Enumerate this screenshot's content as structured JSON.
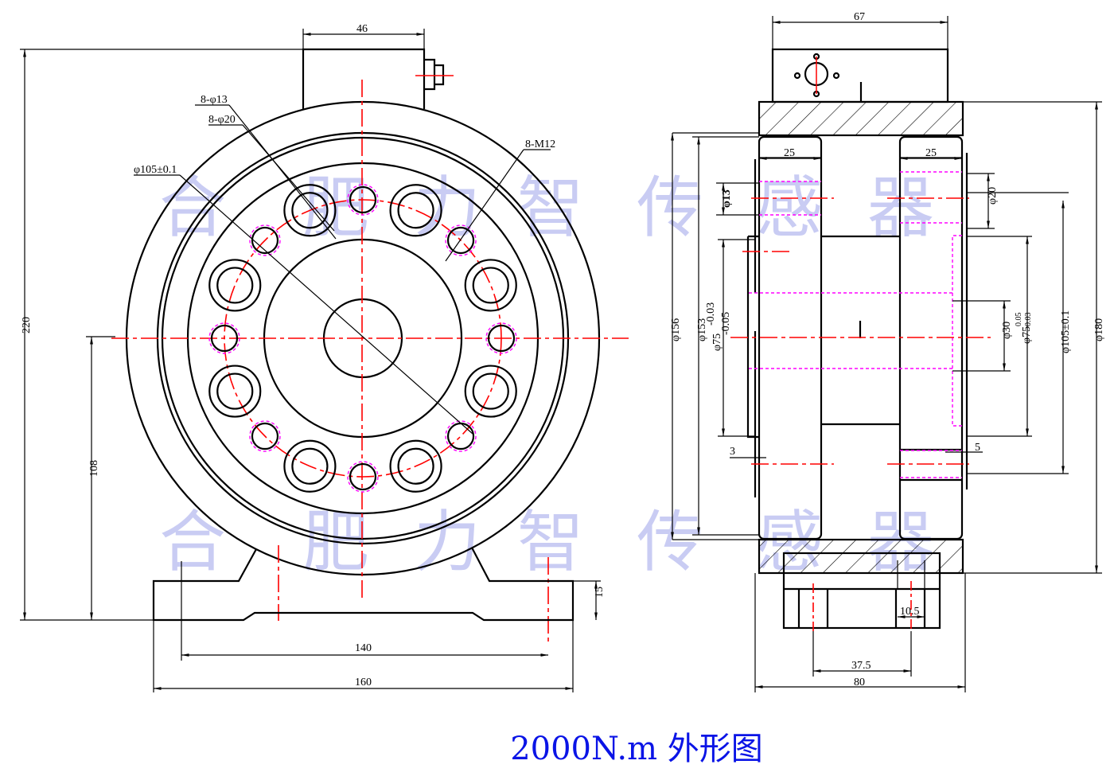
{
  "title": "2000N.m 外形图",
  "watermark": [
    "合",
    "肥",
    "力",
    "智",
    "传",
    "感",
    "器"
  ],
  "colors": {
    "outline": "#000000",
    "centerline": "#ff0000",
    "hidden": "#ff00ff",
    "watermark": "#b8bcf0",
    "title": "#0a14e6"
  },
  "front_view": {
    "dims": {
      "connector_width": "46",
      "total_height": "220",
      "center_height": "108",
      "bolt_spacing": "140",
      "base_width": "160",
      "base_thickness": "15"
    },
    "callouts": {
      "through_holes": "8-φ13",
      "counterbore": "8-φ20",
      "pitch_circle": "φ105±0.1",
      "threaded": "8-M12"
    }
  },
  "side_view": {
    "dims": {
      "connector_width": "67",
      "flange_width_left": "25",
      "flange_width_right": "25",
      "hole_small": "φ13",
      "hole_counterbore": "φ20",
      "outer_156": "φ156",
      "outer_153": "φ153",
      "spigot": "φ75",
      "spigot_tol_upper": "-0.03",
      "spigot_tol_lower": "-0.05",
      "step_3": "3",
      "step_5": "5",
      "bore": "φ30",
      "recess": "φ75",
      "recess_tol_upper": "0.05",
      "recess_tol_lower": "0.03",
      "pitch": "φ105±0.1",
      "outer_180": "φ180",
      "slot": "10.5",
      "foot_spacing": "37.5",
      "total_width": "80"
    }
  }
}
